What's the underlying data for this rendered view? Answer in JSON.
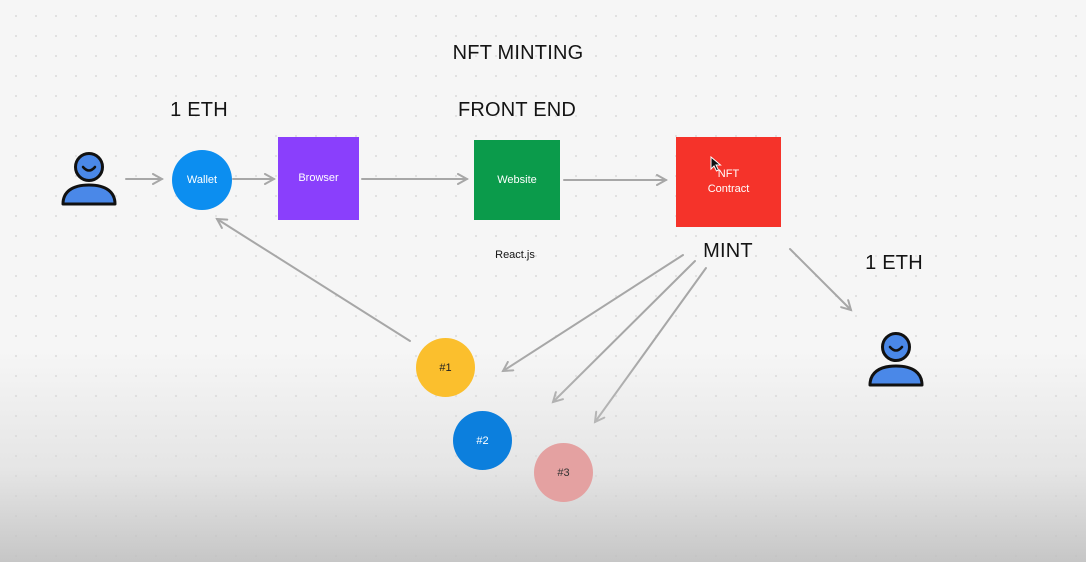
{
  "labels": {
    "title": "NFT MINTING",
    "eth_left": "1 ETH",
    "front_end": "FRONT END",
    "react": "React.js",
    "mint": "MINT",
    "eth_right": "1 ETH"
  },
  "nodes": {
    "wallet": {
      "label": "Wallet",
      "color": "#0c8ef0"
    },
    "browser": {
      "label": "Browser",
      "color": "#8a3ffc"
    },
    "website": {
      "label": "Website",
      "color": "#0b9b4b"
    },
    "nft_contract": {
      "line1": "NFT",
      "line2": "Contract",
      "color": "#f5332a"
    },
    "nft_1": {
      "label": "#1",
      "color": "#fbbf2d"
    },
    "nft_2": {
      "label": "#2",
      "color": "#0c7fdd"
    },
    "nft_3": {
      "label": "#3",
      "color": "#e4a1a1"
    }
  },
  "icons": {
    "user_left": "person-icon",
    "user_right": "person-icon",
    "cursor": "mouse-cursor-icon"
  },
  "colors": {
    "person_fill": "#4a88e8",
    "person_stroke": "#111111",
    "arrow": "#a7a7a7"
  }
}
